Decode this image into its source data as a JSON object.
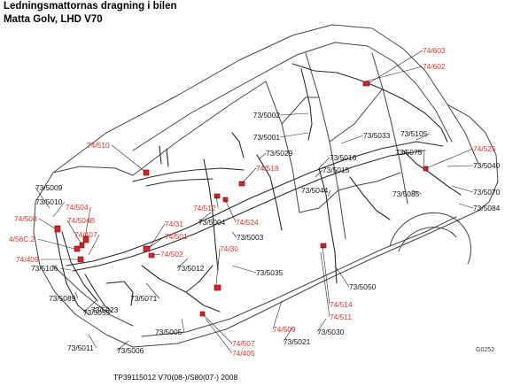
{
  "title_line1": "Ledningsmattornas dragning i bilen",
  "title_line2": "Matta Golv, LHD V70",
  "footer": "TP39115012 V70(08-)/S80(07-) 2008",
  "ref_code": "G0252",
  "colors": {
    "red_label": "#d2352d",
    "black_label": "#111111",
    "harness": "#2a2a2a",
    "body_line": "#444444",
    "connector": "#d8222a"
  },
  "labels": [
    {
      "text": "74/603",
      "color": "red"
    },
    {
      "text": "74/602",
      "color": "red"
    },
    {
      "text": "73/5002",
      "color": "black"
    },
    {
      "text": "73/5001",
      "color": "black"
    },
    {
      "text": "73/5033",
      "color": "black"
    },
    {
      "text": "73/5105",
      "color": "black"
    },
    {
      "text": "74/510",
      "color": "red"
    },
    {
      "text": "73/5029",
      "color": "black"
    },
    {
      "text": "73/5016",
      "color": "black"
    },
    {
      "text": "74/525",
      "color": "red"
    },
    {
      "text": "73/5075",
      "color": "black"
    },
    {
      "text": "74/518",
      "color": "red"
    },
    {
      "text": "73/5015",
      "color": "black"
    },
    {
      "text": "73/5040",
      "color": "black"
    },
    {
      "text": "73/5009",
      "color": "black"
    },
    {
      "text": "73/5010",
      "color": "black"
    },
    {
      "text": "73/5044",
      "color": "black"
    },
    {
      "text": "74/504",
      "color": "red"
    },
    {
      "text": "74/512",
      "color": "red"
    },
    {
      "text": "73/5085",
      "color": "black"
    },
    {
      "text": "73/5070",
      "color": "black"
    },
    {
      "text": "74/508",
      "color": "red"
    },
    {
      "text": "74/504B",
      "color": "red"
    },
    {
      "text": "73/5004",
      "color": "black"
    },
    {
      "text": "74/524",
      "color": "red"
    },
    {
      "text": "73/5084",
      "color": "black"
    },
    {
      "text": "74/31",
      "color": "red"
    },
    {
      "text": "4/56C.2",
      "color": "red"
    },
    {
      "text": "74/407",
      "color": "red"
    },
    {
      "text": "74/501",
      "color": "red"
    },
    {
      "text": "73/5003",
      "color": "black"
    },
    {
      "text": "74/502",
      "color": "red"
    },
    {
      "text": "74/30",
      "color": "red"
    },
    {
      "text": "74/409",
      "color": "red"
    },
    {
      "text": "73/5106",
      "color": "black"
    },
    {
      "text": "73/5012",
      "color": "black"
    },
    {
      "text": "73/5035",
      "color": "black"
    },
    {
      "text": "73/5050",
      "color": "black"
    },
    {
      "text": "73/5089",
      "color": "black"
    },
    {
      "text": "73/5071",
      "color": "black"
    },
    {
      "text": "74/514",
      "color": "red"
    },
    {
      "text": "73/5055",
      "color": "black"
    },
    {
      "text": "73/5023",
      "color": "black"
    },
    {
      "text": "74/511",
      "color": "red"
    },
    {
      "text": "74/509",
      "color": "red"
    },
    {
      "text": "73/5005",
      "color": "black"
    },
    {
      "text": "73/5030",
      "color": "black"
    },
    {
      "text": "73/5021",
      "color": "black"
    },
    {
      "text": "74/507",
      "color": "red"
    },
    {
      "text": "73/5011",
      "color": "black"
    },
    {
      "text": "73/5006",
      "color": "black"
    },
    {
      "text": "74/405",
      "color": "red"
    }
  ]
}
